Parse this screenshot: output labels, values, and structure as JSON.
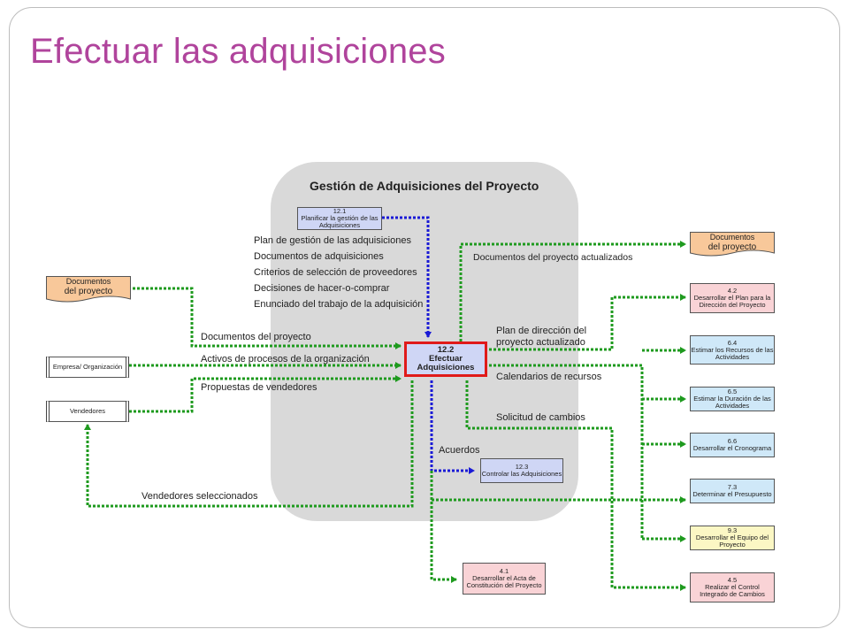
{
  "title": "Efectuar las adquisiciones",
  "panel_title": "Gestión de Adquisiciones del Proyecto",
  "center": {
    "num": "12.2",
    "name": "Efectuar Adquisiciones"
  },
  "inputs": {
    "doc_proyecto": [
      "Documentos",
      "del proyecto"
    ],
    "empresa": "Empresa/ Organización",
    "vendedores": "Vendedores",
    "plan_box": {
      "num": "12.1",
      "name": "Planificar la gestión de las Adquisiciones"
    },
    "plan_items": [
      "Plan de gestión de las adquisiciones",
      "Documentos de adquisiciones",
      "Criterios de selección de proveedores",
      "Decisiones de hacer-o-comprar",
      "Enunciado del trabajo de la adquisición"
    ],
    "labels": {
      "docs": "Documentos del proyecto",
      "activos": "Activos de procesos de la organización",
      "propuestas": "Propuestas de vendedores"
    }
  },
  "outputs": {
    "doc_proyecto": [
      "Documentos",
      "del proyecto"
    ],
    "labels": {
      "docs_actualizados": "Documentos del proyecto actualizados",
      "plan_direccion": [
        "Plan de dirección del",
        "proyecto actualizado"
      ],
      "calendarios": "Calendarios de recursos",
      "solicitud": "Solicitud de cambios",
      "acuerdos": "Acuerdos",
      "vendedores_sel": "Vendedores seleccionados"
    },
    "controlar": {
      "num": "12.3",
      "name": "Controlar las Adquisiciones"
    },
    "acta": {
      "num": "4.1",
      "name": "Desarrollar el Acta de Constitución del Proyecto"
    },
    "right_boxes": [
      {
        "num": "4.2",
        "name": "Desarrollar el Plan para la Dirección del Proyecto"
      },
      {
        "num": "6.4",
        "name": "Estimar los Recursos de las Actividades"
      },
      {
        "num": "6.5",
        "name": "Estimar la Duración de las Actividades"
      },
      {
        "num": "6.6",
        "name": "Desarrollar el Cronograma"
      },
      {
        "num": "7.3",
        "name": "Determinar el Presupuesto"
      },
      {
        "num": "9.3",
        "name": "Desarrollar el Equipo del Proyecto"
      },
      {
        "num": "4.5",
        "name": "Realizar el Control Integrado de Cambios"
      }
    ]
  },
  "colors": {
    "title": "#b0449c",
    "green_line": "#1e9a1e",
    "blue_line": "#1a1ad6",
    "highlight": "#e01a1a"
  }
}
